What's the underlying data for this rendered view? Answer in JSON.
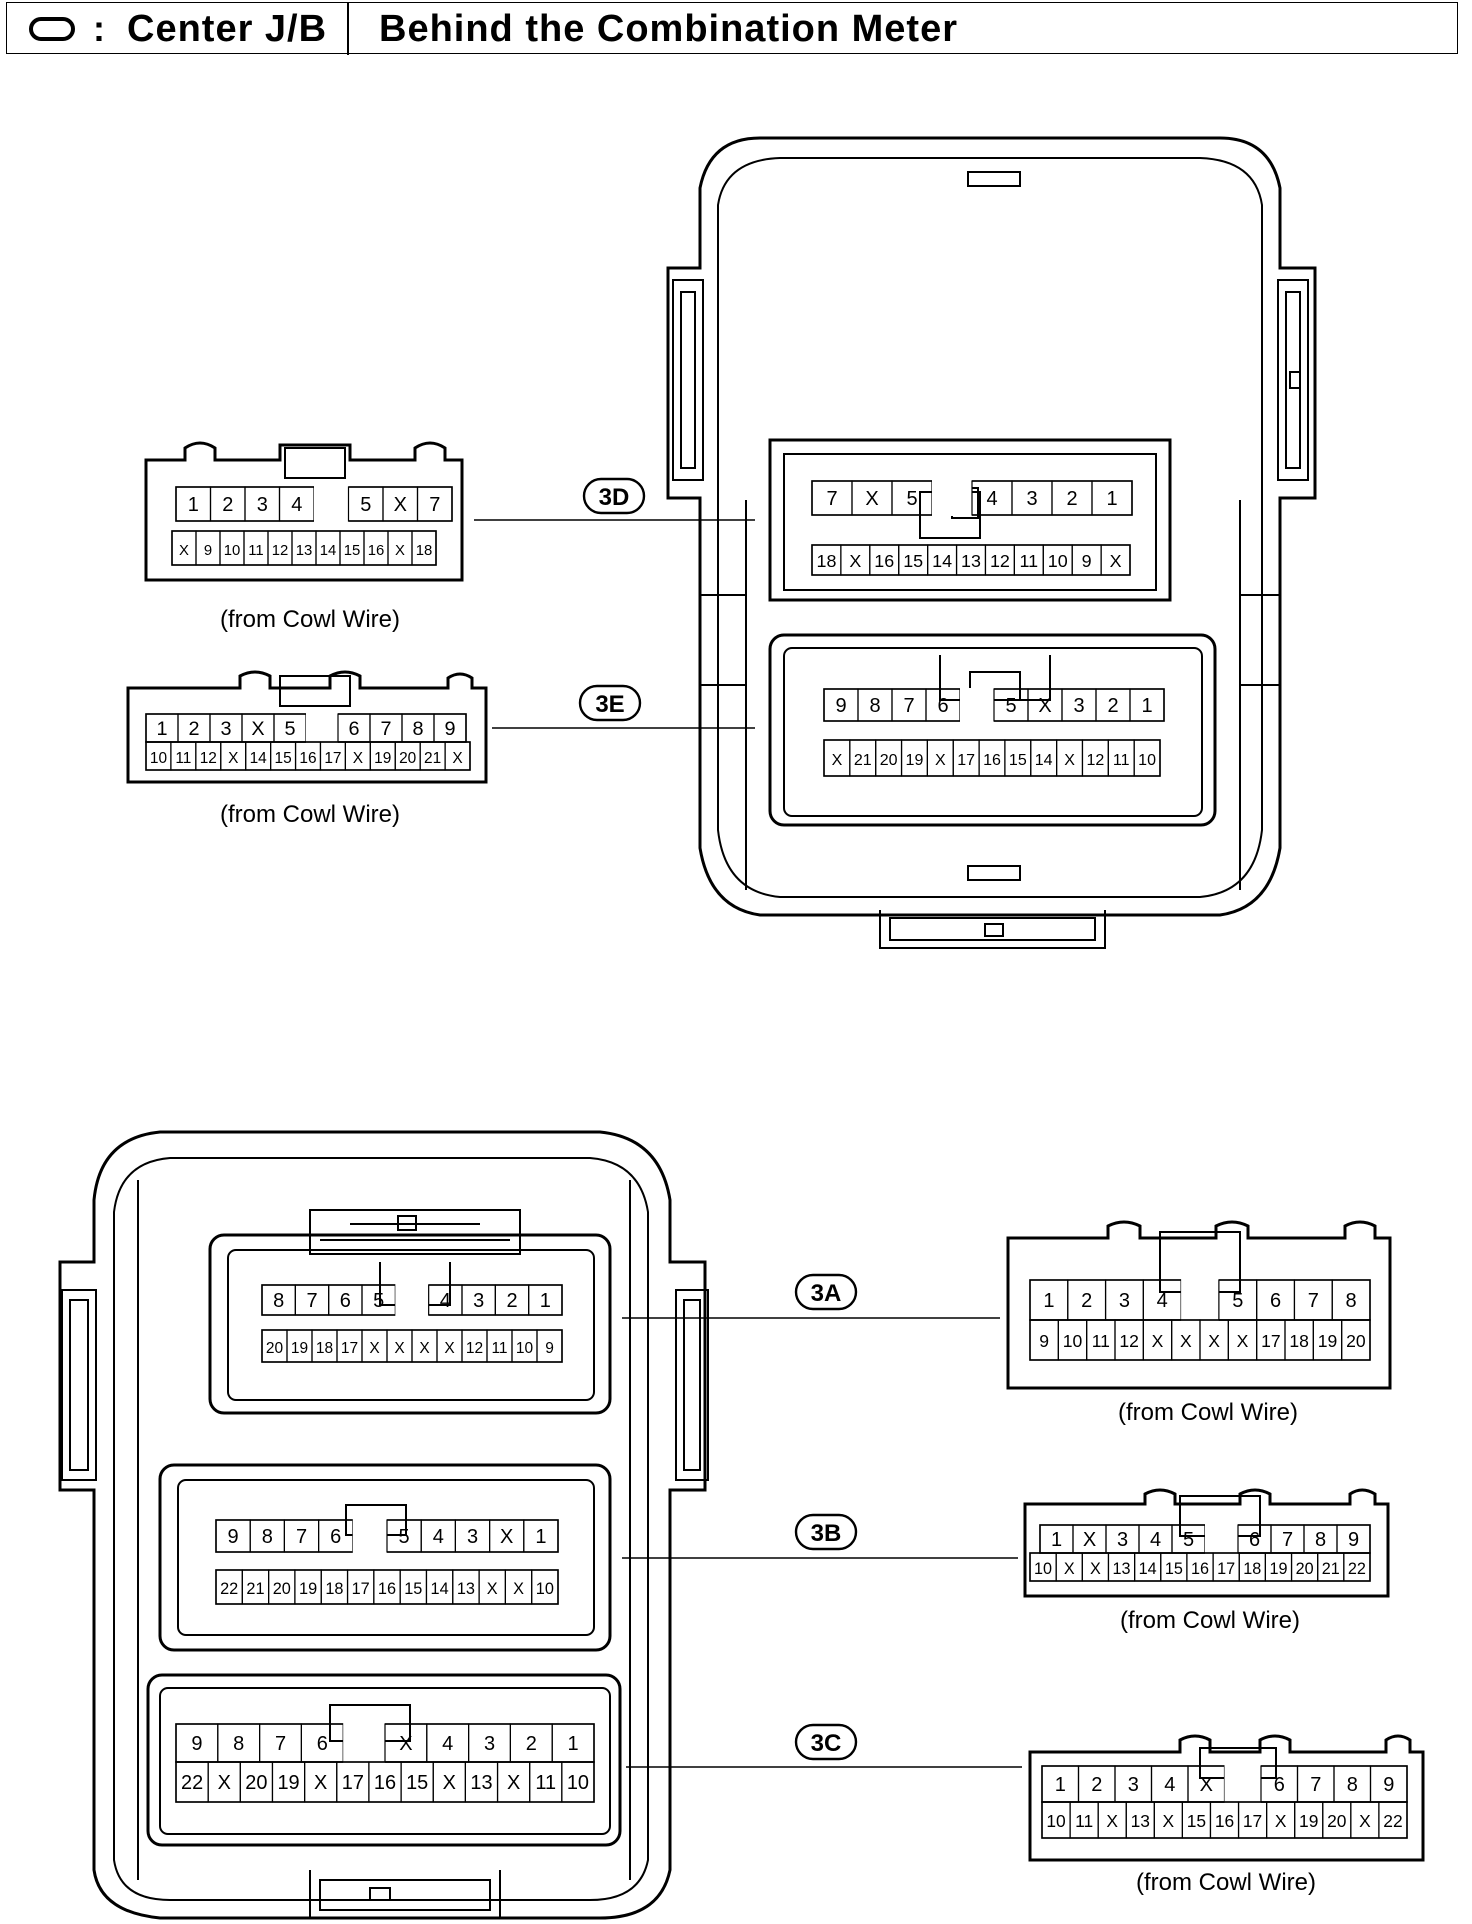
{
  "header": {
    "jb_title": "Center J/B",
    "location": "Behind the Combination Meter"
  },
  "caption": "(from Cowl Wire)",
  "connectors": {
    "3D": {
      "label": "3D",
      "wire_top": [
        "1",
        "2",
        "3",
        "4",
        "",
        "5",
        "X",
        "7"
      ],
      "wire_bottom": [
        "X",
        "9",
        "10",
        "11",
        "12",
        "13",
        "14",
        "15",
        "16",
        "X",
        "18"
      ],
      "jb_top": [
        "7",
        "X",
        "5",
        "",
        "4",
        "3",
        "2",
        "1"
      ],
      "jb_bottom": [
        "18",
        "X",
        "16",
        "15",
        "14",
        "13",
        "12",
        "11",
        "10",
        "9",
        "X"
      ]
    },
    "3E": {
      "label": "3E",
      "wire_top": [
        "1",
        "2",
        "3",
        "X",
        "5",
        "",
        "6",
        "7",
        "8",
        "9"
      ],
      "wire_bottom": [
        "10",
        "11",
        "12",
        "X",
        "14",
        "15",
        "16",
        "17",
        "X",
        "19",
        "20",
        "21",
        "X"
      ],
      "jb_top": [
        "9",
        "8",
        "7",
        "6",
        "",
        "5",
        "X",
        "3",
        "2",
        "1"
      ],
      "jb_bottom": [
        "X",
        "21",
        "20",
        "19",
        "X",
        "17",
        "16",
        "15",
        "14",
        "X",
        "12",
        "11",
        "10"
      ]
    },
    "3A": {
      "label": "3A",
      "jb_top": [
        "8",
        "7",
        "6",
        "5",
        "",
        "4",
        "3",
        "2",
        "1"
      ],
      "jb_bottom": [
        "20",
        "19",
        "18",
        "17",
        "X",
        "X",
        "X",
        "X",
        "12",
        "11",
        "10",
        "9"
      ],
      "wire_top": [
        "1",
        "2",
        "3",
        "4",
        "",
        "5",
        "6",
        "7",
        "8"
      ],
      "wire_bottom": [
        "9",
        "10",
        "11",
        "12",
        "X",
        "X",
        "X",
        "X",
        "17",
        "18",
        "19",
        "20"
      ]
    },
    "3B": {
      "label": "3B",
      "jb_top": [
        "9",
        "8",
        "7",
        "6",
        "",
        "5",
        "4",
        "3",
        "X",
        "1"
      ],
      "jb_bottom": [
        "22",
        "21",
        "20",
        "19",
        "18",
        "17",
        "16",
        "15",
        "14",
        "13",
        "X",
        "X",
        "10"
      ],
      "wire_top": [
        "1",
        "X",
        "3",
        "4",
        "5",
        "",
        "6",
        "7",
        "8",
        "9"
      ],
      "wire_bottom": [
        "10",
        "X",
        "X",
        "13",
        "14",
        "15",
        "16",
        "17",
        "18",
        "19",
        "20",
        "21",
        "22"
      ]
    },
    "3C": {
      "label": "3C",
      "jb_top": [
        "9",
        "8",
        "7",
        "6",
        "",
        "X",
        "4",
        "3",
        "2",
        "1"
      ],
      "jb_bottom": [
        "22",
        "X",
        "20",
        "19",
        "X",
        "17",
        "16",
        "15",
        "X",
        "13",
        "X",
        "11",
        "10"
      ],
      "wire_top": [
        "1",
        "2",
        "3",
        "4",
        "X",
        "",
        "6",
        "7",
        "8",
        "9"
      ],
      "wire_bottom": [
        "10",
        "11",
        "X",
        "13",
        "X",
        "15",
        "16",
        "17",
        "X",
        "19",
        "20",
        "X",
        "22"
      ]
    }
  }
}
